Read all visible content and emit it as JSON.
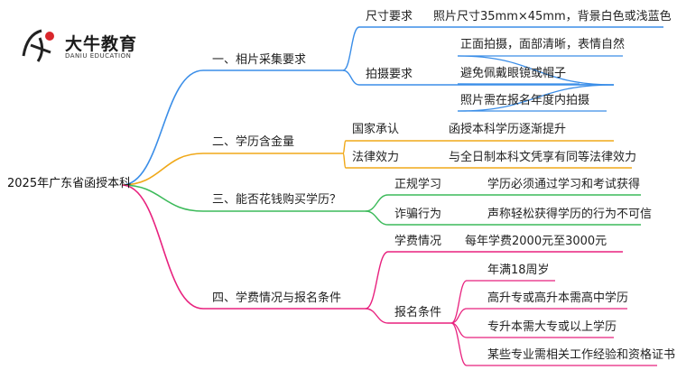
{
  "logo": {
    "title": "大牛教育",
    "subtitle": "DANIU EDUCATION",
    "mark": "大牛"
  },
  "root": "2025年广东省函授本科",
  "branches": [
    {
      "label": "一、相片采集要求",
      "color": "#3b8ee8",
      "children": [
        {
          "label": "尺寸要求",
          "leaves": [
            "照片尺寸35mm×45mm，背景白色或浅蓝色"
          ]
        },
        {
          "label": "拍摄要求",
          "leaves": [
            "正面拍摄，面部清晰，表情自然",
            "避免佩戴眼镜或帽子",
            "照片需在报名年度内拍摄"
          ]
        }
      ]
    },
    {
      "label": "二、学历含金量",
      "color": "#f0a818",
      "children": [
        {
          "label": "国家承认",
          "leaves": [
            "函授本科学历逐渐提升"
          ]
        },
        {
          "label": "法律效力",
          "leaves": [
            "与全日制本科文凭享有同等法律效力"
          ]
        }
      ]
    },
    {
      "label": "三、能否花钱购买学历？",
      "color": "#3cba5a",
      "children": [
        {
          "label": "正规学习",
          "leaves": [
            "学历必须通过学习和考试获得"
          ]
        },
        {
          "label": "诈骗行为",
          "leaves": [
            "声称轻松获得学历的行为不可信"
          ]
        }
      ]
    },
    {
      "label": "四、学费情况与报名条件",
      "color": "#e8217e",
      "children": [
        {
          "label": "学费情况",
          "leaves": [
            "每年学费2000元至3000元"
          ]
        },
        {
          "label": "报名条件",
          "leaves": [
            "年满18周岁",
            "高升专或高升本需高中学历",
            "专升本需大专或以上学历",
            "某些专业需相关工作经验和资格证书"
          ]
        }
      ]
    }
  ]
}
